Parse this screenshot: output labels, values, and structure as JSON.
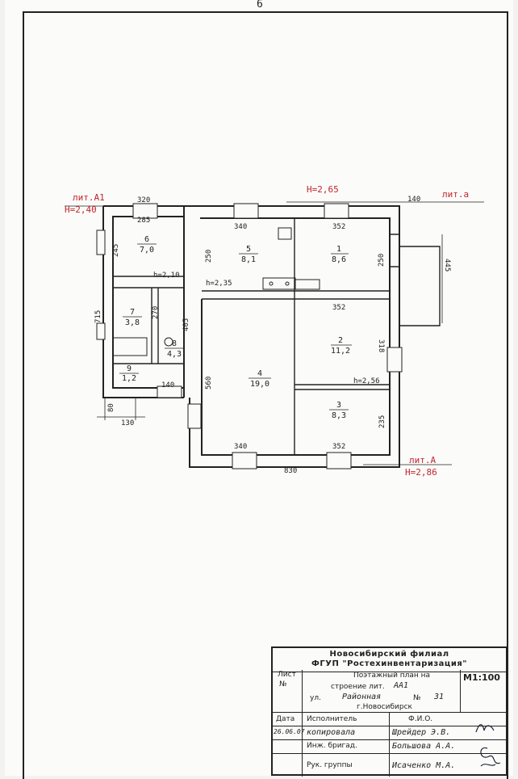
{
  "page_number": "6",
  "plan": {
    "height_main": "H=2,65",
    "lit_a1_label": "лит.А1",
    "lit_a1_height": "H=2,40",
    "lit_a_small": "лит.а",
    "lit_A_label": "лит.А",
    "lit_A_height": "H=2,86",
    "rooms": [
      {
        "num": "1",
        "area": "8,6"
      },
      {
        "num": "2",
        "area": "11,2"
      },
      {
        "num": "3",
        "area": "8,3"
      },
      {
        "num": "4",
        "area": "19,0"
      },
      {
        "num": "5",
        "area": "8,1"
      },
      {
        "num": "6",
        "area": "7,0"
      },
      {
        "num": "7",
        "area": "3,8"
      },
      {
        "num": "8",
        "area": "4,3"
      },
      {
        "num": "9",
        "area": "1,2"
      }
    ],
    "dims": {
      "d320": "320",
      "d285": "285",
      "d340a": "340",
      "d352a": "352",
      "d140a": "140",
      "d245": "245",
      "d250a": "250",
      "d250b": "250",
      "d445": "445",
      "d715": "715",
      "d270": "270",
      "d405": "405",
      "d352b": "352",
      "d318": "318",
      "d560": "560",
      "d140b": "140",
      "d80": "80",
      "d130": "130",
      "d235": "235",
      "d340b": "340",
      "d352c": "352",
      "d830": "830"
    },
    "heights": {
      "h210": "h=2,10",
      "h235": "h=2,35",
      "h256": "h=2,56"
    }
  },
  "stamp": {
    "org1": "Новосибирский филиал",
    "org2": "ФГУП \"Ростехинвентаризация\"",
    "sheet_label": "Лист",
    "sheet_no": "№",
    "doc_title": "Поэтажный план на",
    "structure_label": "строение лит.",
    "structure_value": "АА1",
    "street_label": "ул.",
    "street_value": "Районная",
    "num_label": "№",
    "num_value": "31",
    "city": "г.Новосибирск",
    "scale": "М1:100",
    "col_date": "Дата",
    "col_exec": "Исполнитель",
    "col_fio": "Ф.И.О.",
    "date_value": "26.06.07",
    "role1": "копировала",
    "fio1": "Шрейдер Э.В.",
    "role2": "Инж. бригад.",
    "fio2": "Большова А.А.",
    "role3": "Рук. группы",
    "fio3": "Исаченко М.А."
  }
}
